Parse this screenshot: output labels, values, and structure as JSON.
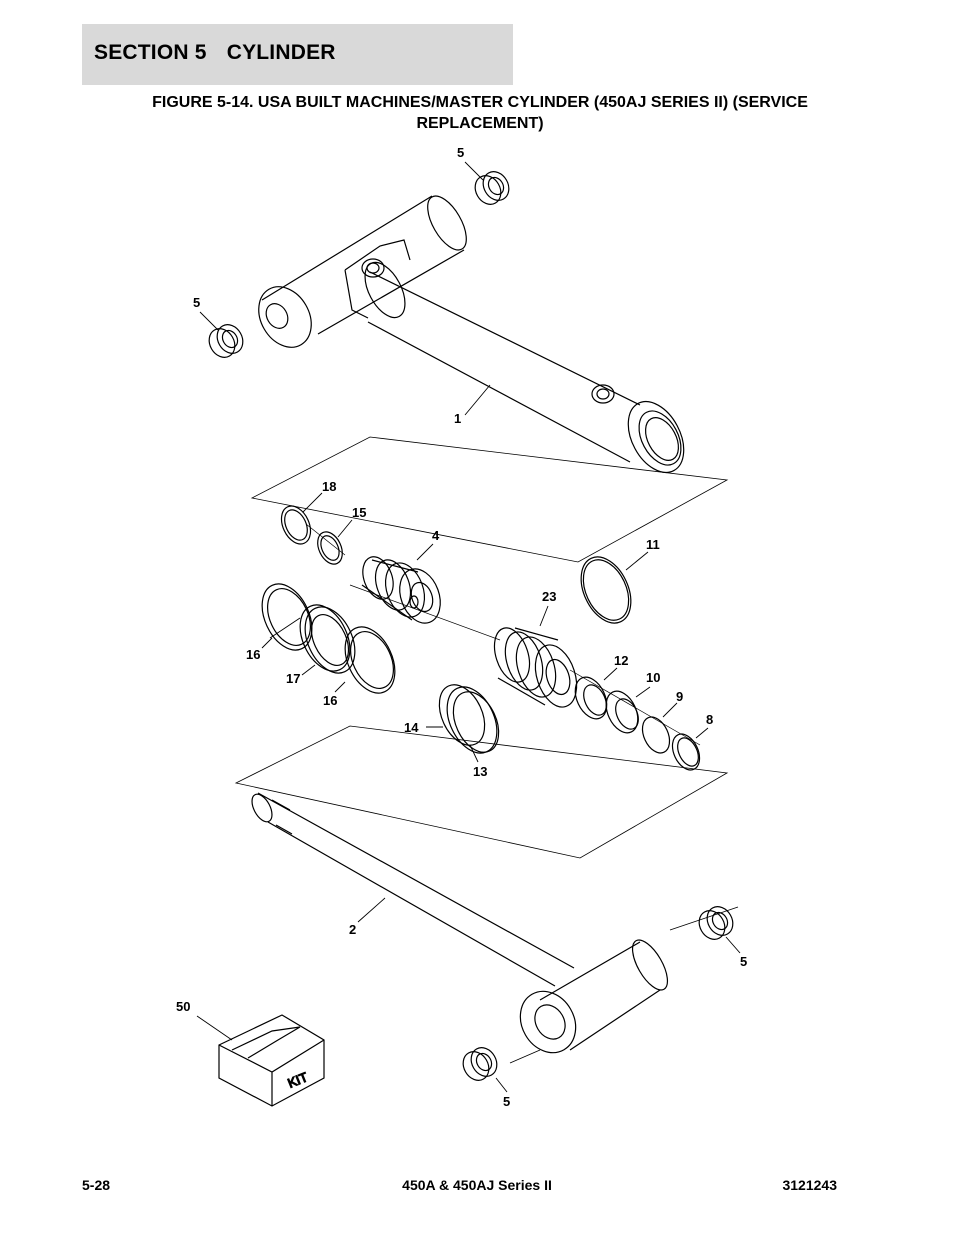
{
  "header": {
    "section_number": "SECTION 5",
    "section_name": "CYLINDER"
  },
  "figure": {
    "title_line1": "FIGURE 5-14. USA BUILT MACHINES/MASTER CYLINDER (450AJ SERIES II) (SERVICE",
    "title_line2": "REPLACEMENT)"
  },
  "callouts": {
    "barrel": "1",
    "rod": "2",
    "piston": "4",
    "bushing_top_right": "5",
    "bushing_top_left": "5",
    "bushing_bottom_right": "5",
    "bushing_bottom_left": "5",
    "seal_8": "8",
    "seal_9": "9",
    "seal_10": "10",
    "seal_11": "11",
    "seal_12": "12",
    "seal_13": "13",
    "seal_14": "14",
    "ring_15": "15",
    "ring_16_upper": "16",
    "ring_16_lower": "16",
    "ring_17": "17",
    "ring_18": "18",
    "head_23": "23",
    "kit_50": "50"
  },
  "kit_box": {
    "label": "KIT"
  },
  "footer": {
    "page_number": "5-28",
    "model": "450A & 450AJ Series II",
    "doc_number": "3121243"
  }
}
